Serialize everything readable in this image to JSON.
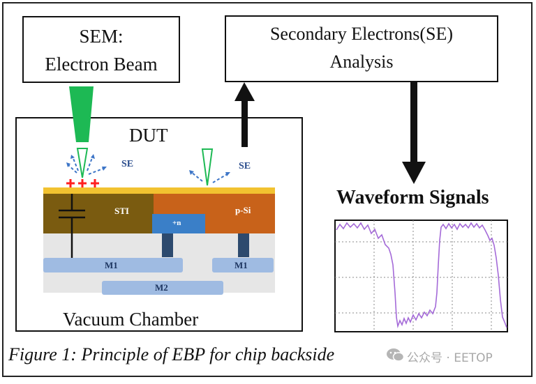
{
  "sem_box": {
    "line1": "SEM:",
    "line2": "Electron Beam"
  },
  "se_box": {
    "line1": "Secondary Electrons(SE)",
    "line2": "Analysis"
  },
  "dut_label": "DUT",
  "chamber_label": "Vacuum Chamber",
  "se_left": "SE",
  "se_right": "SE",
  "sti_label": "STI",
  "psi_label": "p-Si",
  "n_label": "+n",
  "m1_left": "M1",
  "m1_right": "M1",
  "m2_label": "M2",
  "waveform_title": "Waveform Signals",
  "caption": "Figure 1: Principle of EBP for chip backside",
  "watermark": "公众号 · EETOP",
  "colors": {
    "beam": "#1db954",
    "substrate_gold": "#7a5b10",
    "psi_orange": "#c8621a",
    "top_layer": "#f2c230",
    "metal": "#9fbbe2",
    "n_region": "#3a7fc8",
    "via": "#2d4a6e",
    "waveform": "#a46ad8",
    "charge": "#ff1f1f"
  }
}
